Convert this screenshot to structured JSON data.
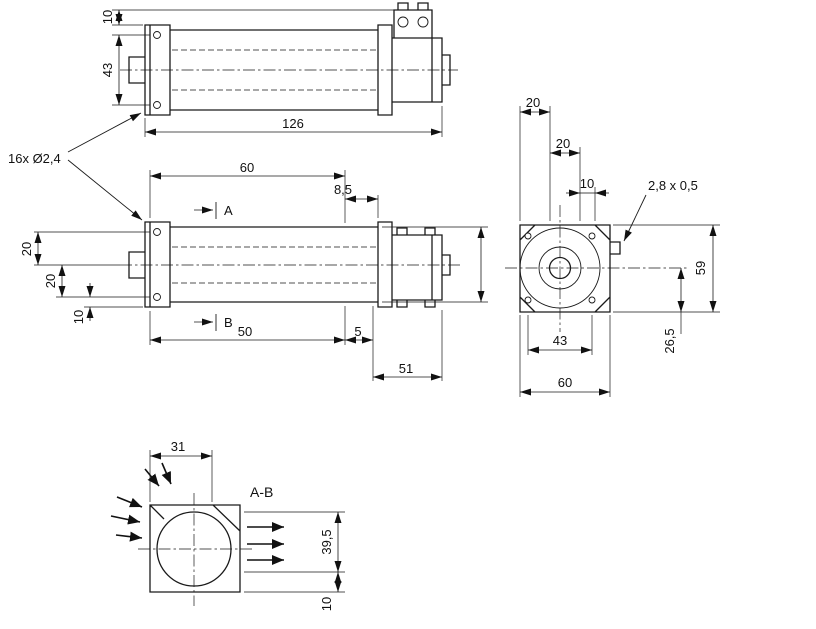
{
  "notes": {
    "holes": "16x Ø2,4",
    "terminal": "2,8 x 0,5",
    "section_title": "A-B",
    "plane_a": "A",
    "plane_b": "B"
  },
  "top_view": {
    "d10": "10",
    "d43": "43",
    "d126": "126"
  },
  "side_view": {
    "d60": "60",
    "d8_5": "8,5",
    "d20_upper": "20",
    "d20_lower": "20",
    "d10": "10",
    "d50": "50",
    "d5": "5",
    "d51": "51"
  },
  "end_view": {
    "d20_a": "20",
    "d20_b": "20",
    "d10": "10",
    "d59": "59",
    "d26_5": "26,5",
    "d43": "43",
    "d60": "60"
  },
  "section_view": {
    "d31": "31",
    "d39_5": "39,5",
    "d10": "10"
  }
}
